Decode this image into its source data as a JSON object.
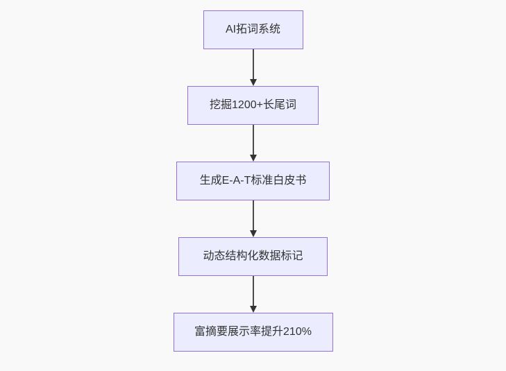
{
  "diagram": {
    "type": "flowchart",
    "direction": "top-down",
    "colors": {
      "background": "#f9f9f9",
      "node_fill": "#ececff",
      "node_border": "#9370db",
      "text": "#333333",
      "edge": "#4a4a4a",
      "arrowhead": "#333333"
    },
    "nodes": [
      {
        "id": "n1",
        "label": "AI拓词系统"
      },
      {
        "id": "n2",
        "label": "挖掘1200+长尾词"
      },
      {
        "id": "n3",
        "label": "生成E-A-T标准白皮书"
      },
      {
        "id": "n4",
        "label": "动态结构化数据标记"
      },
      {
        "id": "n5",
        "label": "富摘要展示率提升210%"
      }
    ],
    "edges": [
      {
        "from": "n1",
        "to": "n2"
      },
      {
        "from": "n2",
        "to": "n3"
      },
      {
        "from": "n3",
        "to": "n4"
      },
      {
        "from": "n4",
        "to": "n5"
      }
    ]
  }
}
